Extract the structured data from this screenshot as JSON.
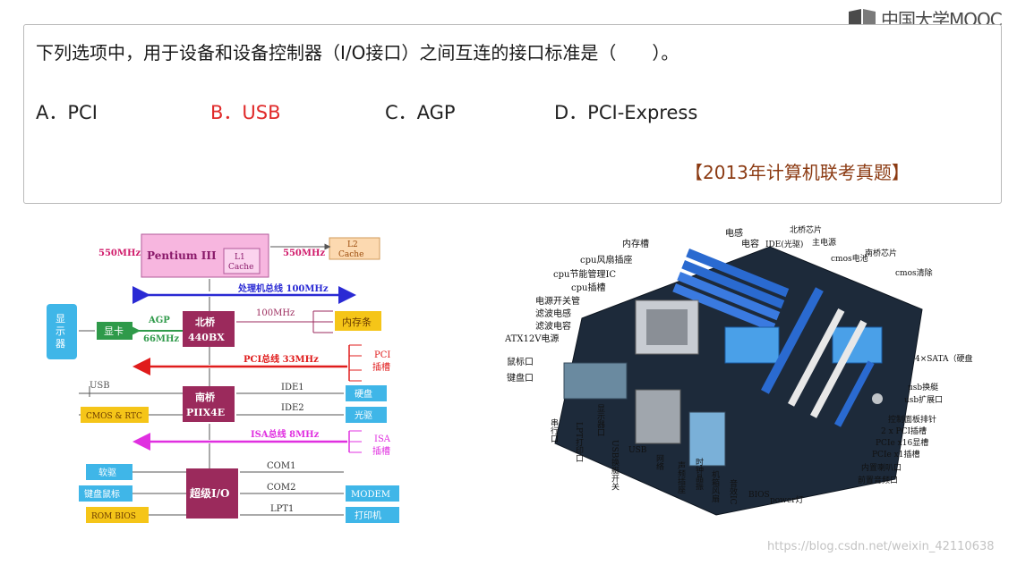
{
  "logo": {
    "text": "中国大学MOOC"
  },
  "question": {
    "text": "下列选项中，用于设备和设备控制器（I/O接口）之间互连的接口标准是（　　）。",
    "options": [
      {
        "label": "A．PCI",
        "correct": false
      },
      {
        "label": "B．USB",
        "correct": true
      },
      {
        "label": "C．AGP",
        "correct": false
      },
      {
        "label": "D．PCI-Express",
        "correct": false
      }
    ],
    "source": "【2013年计算机联考真题】"
  },
  "diagram": {
    "cpu": "Pentium III",
    "l1": [
      "L1",
      "Cache"
    ],
    "l2": [
      "L2",
      "Cache"
    ],
    "cpu_freq_left": "550MHz",
    "cpu_freq_right": "550MHz",
    "proc_bus": "处理机总线 100MHz",
    "display": "显示器",
    "gpu": "显卡",
    "agp": "AGP",
    "agp_freq": "66MHz",
    "north_bridge": [
      "北桥",
      "440BX"
    ],
    "mem_freq": "100MHz",
    "memory": "内存条",
    "pci_bus": "PCI总线 33MHz",
    "pci_slot": [
      "PCI",
      "插槽"
    ],
    "usb": "USB",
    "south_bridge": [
      "南桥",
      "PIIX4E"
    ],
    "ide1": "IDE1",
    "ide2": "IDE2",
    "hdd": "硬盘",
    "optical": "光驱",
    "cmos": "CMOS & RTC",
    "isa_bus": "ISA总线 8MHz",
    "isa_slot": [
      "ISA",
      "插槽"
    ],
    "floppy": "软驱",
    "kbd": "键盘鼠标",
    "rom": "ROM BIOS",
    "superio": "超级I/O",
    "com1": "COM1",
    "com2": "COM2",
    "lpt1": "LPT1",
    "modem": "MODEM",
    "printer": "打印机"
  },
  "motherboard": {
    "labels_top": [
      "内存槽",
      "电感",
      "电容",
      "IDE(光驱)",
      "北桥芯片",
      "主电源",
      "cmos电池",
      "南桥芯片",
      "cmos清除"
    ],
    "labels_left": [
      "cpu风扇插座",
      "cpu节能管理IC",
      "cpu插槽",
      "电源开关管",
      "滤波电感",
      "滤波电容",
      "ATX12V电源",
      "鼠标口",
      "键盘口"
    ],
    "labels_bottom": [
      "串行口",
      "LPT打印口",
      "显示器口",
      "USB换艇开关",
      "USB",
      "网络",
      "声频插座",
      "时钟晶振",
      "机箱风扇",
      "音效IC",
      "BIOS",
      "power灯"
    ],
    "labels_right": [
      "4×SATA（硬盘",
      "usb换艇",
      "usb扩展口",
      "控制面板排针",
      "2 x PCI插槽",
      "PCIe x16显槽",
      "PCIe x1插槽",
      "内置喇叭口",
      "前置音频口"
    ]
  },
  "watermark": "https://blog.csdn.net/weixin_42110638",
  "colors": {
    "accent_red": "#e02a2a",
    "source_brown": "#8b3a12",
    "bus_blue": "#2a2ad4",
    "bus_red": "#e01c1c",
    "bus_magenta": "#e030e0",
    "chip_purple": "#9b2a5c",
    "cyan_box": "#3fb6e8",
    "green_box": "#2f9a4a",
    "yellow_box": "#f5c518"
  }
}
